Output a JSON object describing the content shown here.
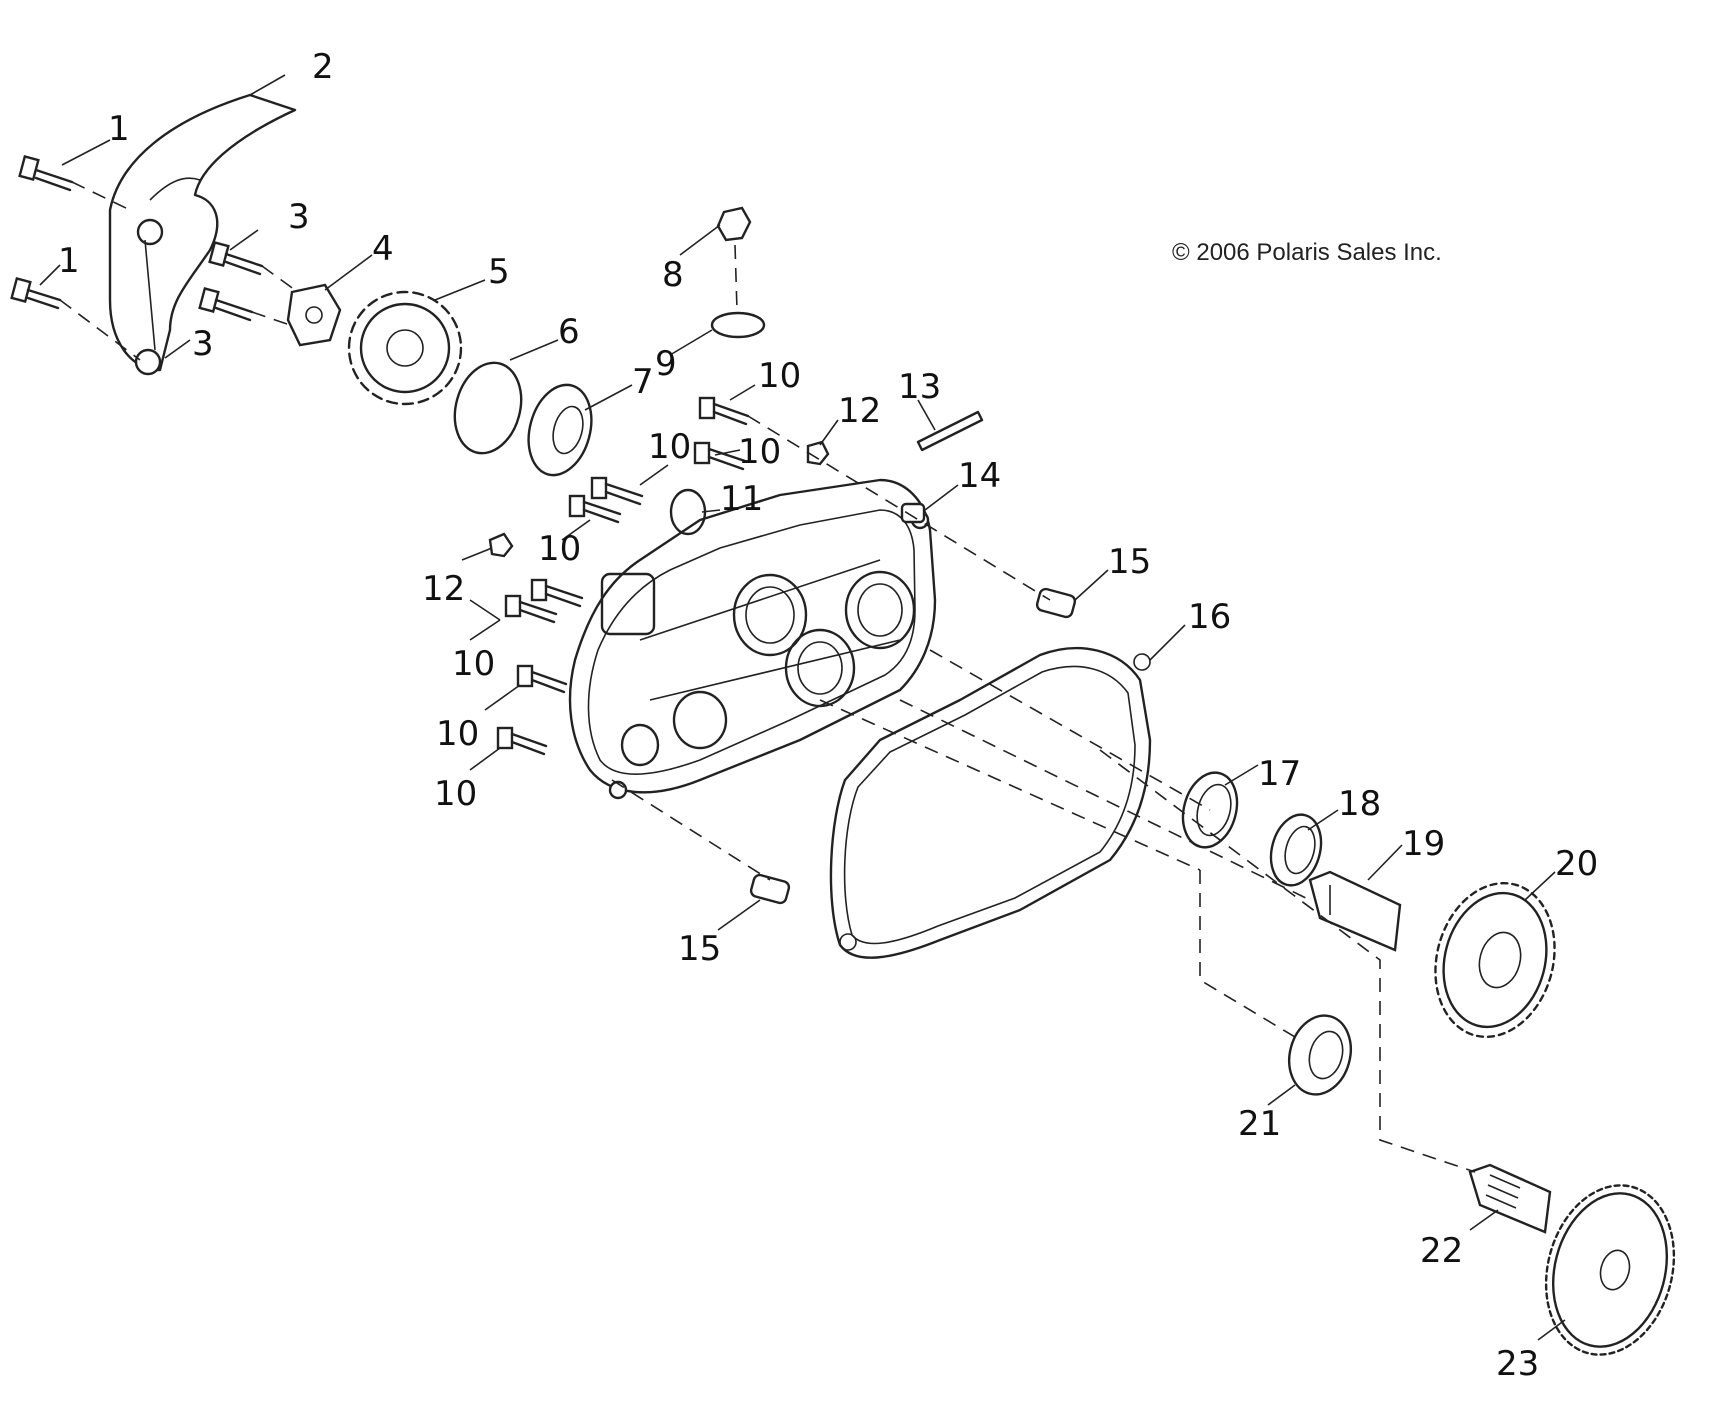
{
  "copyright": "© 2006 Polaris Sales Inc.",
  "callouts": [
    {
      "id": "c1a",
      "text": "1"
    },
    {
      "id": "c1b",
      "text": "1"
    },
    {
      "id": "c2",
      "text": "2"
    },
    {
      "id": "c3a",
      "text": "3"
    },
    {
      "id": "c3b",
      "text": "3"
    },
    {
      "id": "c4",
      "text": "4"
    },
    {
      "id": "c5",
      "text": "5"
    },
    {
      "id": "c6",
      "text": "6"
    },
    {
      "id": "c7",
      "text": "7"
    },
    {
      "id": "c8",
      "text": "8"
    },
    {
      "id": "c9",
      "text": "9"
    },
    {
      "id": "c10a",
      "text": "10"
    },
    {
      "id": "c10b",
      "text": "10"
    },
    {
      "id": "c10c",
      "text": "10"
    },
    {
      "id": "c10d",
      "text": "10"
    },
    {
      "id": "c10e",
      "text": "10"
    },
    {
      "id": "c10f",
      "text": "10"
    },
    {
      "id": "c10g",
      "text": "10"
    },
    {
      "id": "c11",
      "text": "11"
    },
    {
      "id": "c12a",
      "text": "12"
    },
    {
      "id": "c12b",
      "text": "12"
    },
    {
      "id": "c13",
      "text": "13"
    },
    {
      "id": "c14",
      "text": "14"
    },
    {
      "id": "c15a",
      "text": "15"
    },
    {
      "id": "c15b",
      "text": "15"
    },
    {
      "id": "c16",
      "text": "16"
    },
    {
      "id": "c17",
      "text": "17"
    },
    {
      "id": "c18",
      "text": "18"
    },
    {
      "id": "c19",
      "text": "19"
    },
    {
      "id": "c20",
      "text": "20"
    },
    {
      "id": "c21",
      "text": "21"
    },
    {
      "id": "c22",
      "text": "22"
    },
    {
      "id": "c23",
      "text": "23"
    }
  ]
}
